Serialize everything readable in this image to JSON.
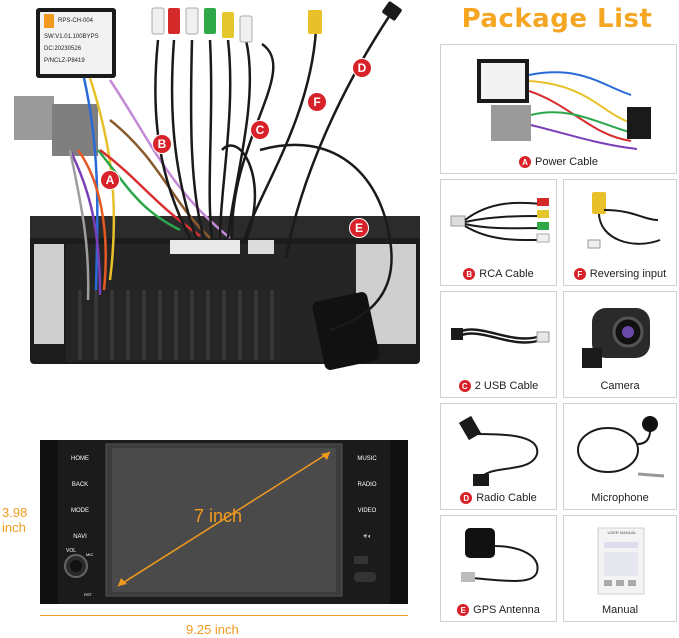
{
  "wiring": {
    "module_label": [
      "RPS-CH-004",
      "SW:V1.01.100BYPS",
      "DC:20230526",
      "P/NCLZ-P8419"
    ],
    "markers": [
      "A",
      "B",
      "C",
      "D",
      "E",
      "F"
    ]
  },
  "unit": {
    "screen_label": "7 inch",
    "height_value": "3.98",
    "height_unit": "inch",
    "width_label": "9.25 inch",
    "left_buttons": [
      "HOME",
      "BACK",
      "MODE",
      "NAVI"
    ],
    "right_buttons": [
      "MUSIC",
      "RADIO",
      "VIDEO"
    ],
    "vol_label": "VOL",
    "mic_label": "MIC",
    "rst_label": "RST"
  },
  "package": {
    "title": "Package List",
    "items": [
      {
        "marker": "A",
        "label": "Power Cable"
      },
      {
        "marker": "B",
        "label": "RCA Cable"
      },
      {
        "marker": "F",
        "label": "Reversing input"
      },
      {
        "marker": "C",
        "label": "2 USB Cable"
      },
      {
        "marker": "",
        "label": "Camera"
      },
      {
        "marker": "D",
        "label": "Radio Cable"
      },
      {
        "marker": "",
        "label": "Microphone"
      },
      {
        "marker": "E",
        "label": "GPS Antenna"
      },
      {
        "marker": "",
        "label": "Manual"
      }
    ],
    "manual_header": "USER MANUAL"
  },
  "colors": {
    "accent": "#f5a623",
    "marker": "#d8222a",
    "dimension": "#f19a1e"
  }
}
